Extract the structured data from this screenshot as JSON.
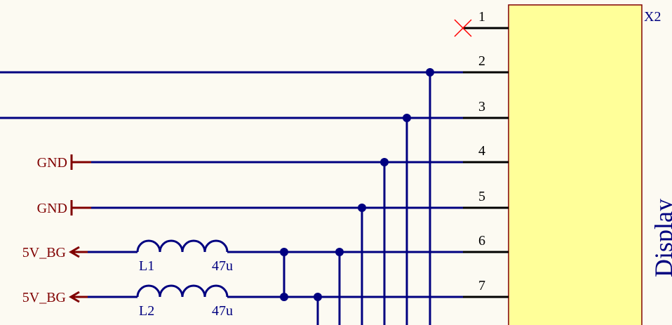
{
  "colors": {
    "background": "#fcfaf2",
    "wire": "#000080",
    "power": "#800000",
    "pin": "#000000",
    "body_fill": "#ffff99",
    "body_stroke": "#800000",
    "label": "#000080",
    "noconnect": "#ff0000"
  },
  "component": {
    "designator": "X2",
    "value": "Display"
  },
  "pins": [
    {
      "number": "1",
      "nc": true
    },
    {
      "number": "2"
    },
    {
      "number": "3"
    },
    {
      "number": "4"
    },
    {
      "number": "5"
    },
    {
      "number": "6"
    },
    {
      "number": "7"
    }
  ],
  "power_ports": [
    {
      "label": "GND",
      "kind": "ground",
      "net_row": 3
    },
    {
      "label": "GND",
      "kind": "ground",
      "net_row": 4
    },
    {
      "label": "5V_BG",
      "kind": "power",
      "net_row": 5
    },
    {
      "label": "5V_BG",
      "kind": "power",
      "net_row": 6
    }
  ],
  "inductors": [
    {
      "designator": "L1",
      "value": "47u"
    },
    {
      "designator": "L2",
      "value": "47u"
    }
  ]
}
